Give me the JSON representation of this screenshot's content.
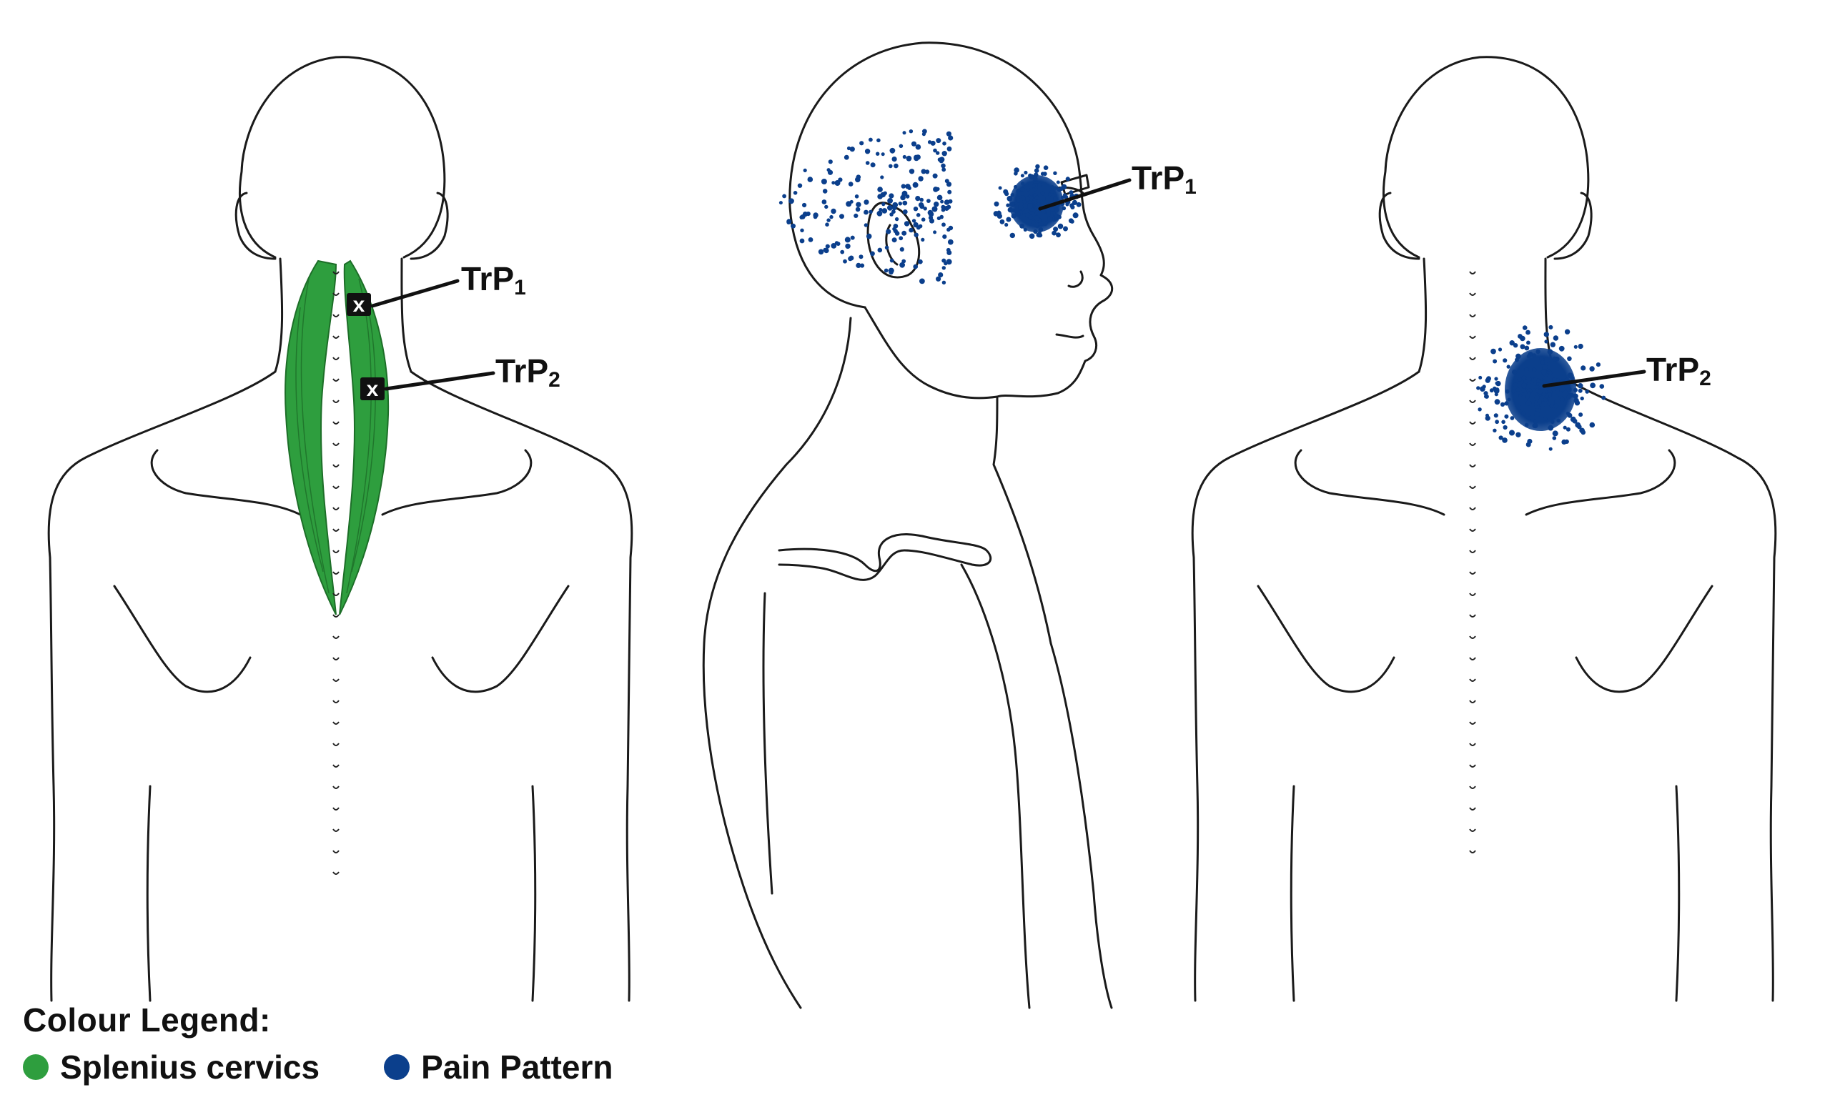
{
  "colors": {
    "muscle": "#2e9e3e",
    "muscle_dark": "#1d6e28",
    "pain": "#0b3f8c"
  },
  "labels": {
    "trp1": "TrP",
    "trp1_sub": "1",
    "trp2": "TrP",
    "trp2_sub": "2"
  },
  "legend": {
    "title": "Colour Legend:",
    "items": [
      {
        "name": "Splenius cervics",
        "color": "#2e9e3e"
      },
      {
        "name": "Pain Pattern",
        "color": "#0b3f8c"
      }
    ]
  }
}
